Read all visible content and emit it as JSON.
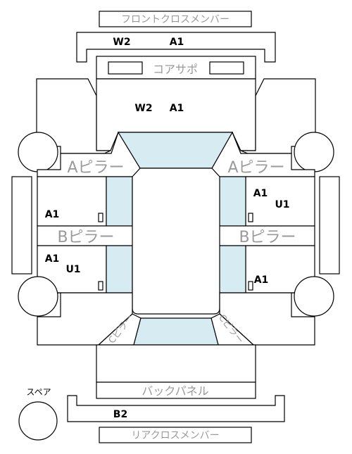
{
  "colors": {
    "glass": "#d6ecf2",
    "label_gray": "#9a9a9a",
    "line": "#000000"
  },
  "labels": {
    "front_cross_member": "フロントクロスメンバー",
    "radiator_support": "コアサポ",
    "a_pillar_left": "Aピラー",
    "a_pillar_right": "Aピラー",
    "b_pillar_left": "Bピラー",
    "b_pillar_right": "Bピラー",
    "c_pillar_left": "Cピラー",
    "c_pillar_right": "Cピラー",
    "back_panel": "バックパネル",
    "rear_cross_member": "リアクロスメンバー",
    "spare": "スペア"
  },
  "codes": {
    "front_cross_w": "W2",
    "front_cross_a": "A1",
    "hood_w": "W2",
    "hood_a": "A1",
    "front_left_door": "A1",
    "front_right_door_a": "A1",
    "front_right_door_u": "U1",
    "rear_left_door_a": "A1",
    "rear_left_door_u": "U1",
    "rear_right_door": "A1",
    "rear_cross": "B2"
  }
}
